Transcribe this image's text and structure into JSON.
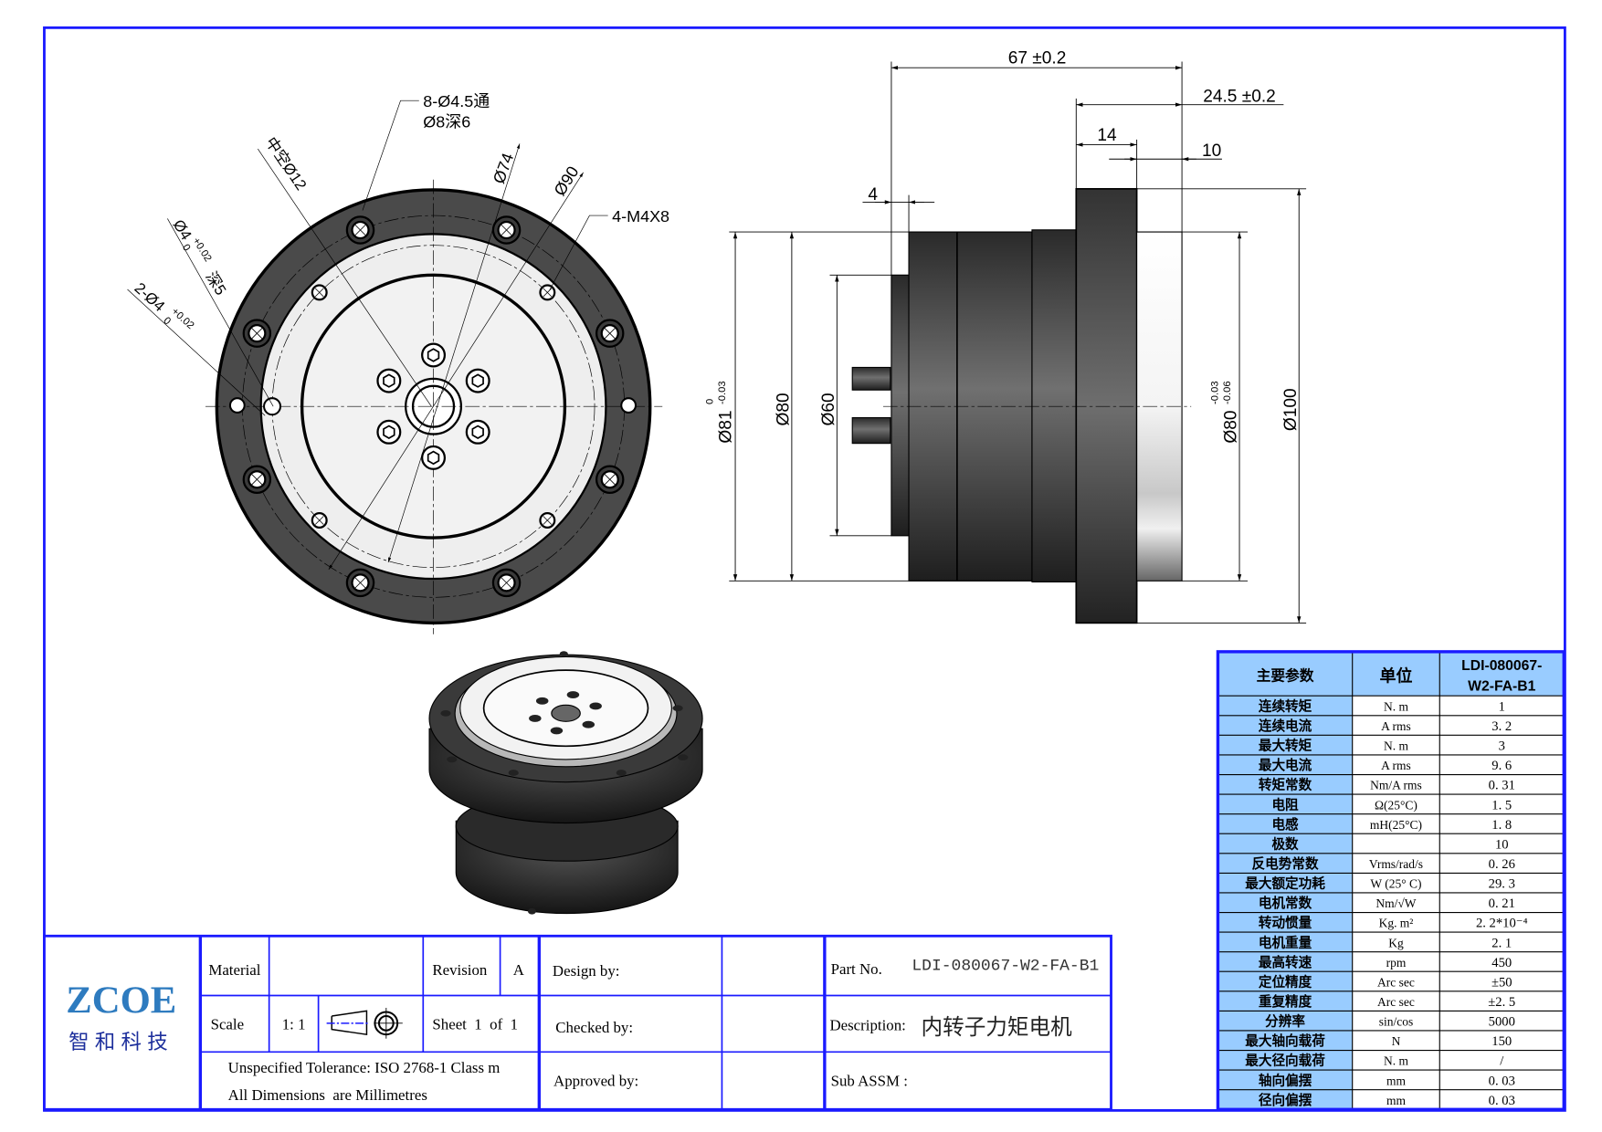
{
  "colors": {
    "frame": "#1a1aff",
    "table_fill": "#99ccff",
    "logo": "#2e7bbf",
    "logo_cn": "#1d2f9c"
  },
  "front_view": {
    "callout_holes_line1": "8-Ø4.5通",
    "callout_holes_line2": "Ø8深6",
    "hollow": "中空Ø12",
    "pin_hole": "Ø4",
    "pin_hole_tol_upper": "+0.02",
    "pin_hole_tol_lower": "0",
    "pin_hole_depth": "深5",
    "pin_holes_2": "2-Ø4",
    "pin_holes_2_tol_upper": "+0.02",
    "pin_holes_2_tol_lower": "0",
    "dia_74": "Ø74",
    "dia_90": "Ø90",
    "thread": "4-M4X8"
  },
  "side_view": {
    "length_total": "67 ±0.2",
    "length_flange": "24.5 ±0.2",
    "flange_width": "14",
    "output_width": "10",
    "cap_width": "4",
    "dia_81": "Ø81",
    "dia_81_tol_upper": "0",
    "dia_81_tol_lower": "-0.03",
    "dia_80": "Ø80",
    "dia_60": "Ø60",
    "dia_80_out": "Ø80",
    "dia_80_out_tol_upper": "-0.03",
    "dia_80_out_tol_lower": "-0.06",
    "dia_100": "Ø100"
  },
  "spec_table": {
    "headers": [
      "主要参数",
      "单位",
      "LDI-080067-",
      "W2-FA-B1"
    ],
    "rows": [
      [
        "连续转矩",
        "N. m",
        "1"
      ],
      [
        "连续电流",
        "A  rms",
        "3. 2"
      ],
      [
        "最大转矩",
        "N. m",
        "3"
      ],
      [
        "最大电流",
        "A  rms",
        "9. 6"
      ],
      [
        "转矩常数",
        "Nm/A  rms",
        "0. 31"
      ],
      [
        "电阻",
        "Ω(25°C)",
        "1. 5"
      ],
      [
        "电感",
        "mH(25°C)",
        "1. 8"
      ],
      [
        "极数",
        "",
        "10"
      ],
      [
        "反电势常数",
        "Vrms/rad/s",
        "0. 26"
      ],
      [
        "最大额定功耗",
        "W  (25°  C)",
        "29. 3"
      ],
      [
        "电机常数",
        "Nm/√W",
        "0. 21"
      ],
      [
        "转动惯量",
        "Kg. m²",
        "2. 2*10⁻⁴"
      ],
      [
        "电机重量",
        "Kg",
        "2. 1"
      ],
      [
        "最高转速",
        "rpm",
        "450"
      ],
      [
        "定位精度",
        "Arc  sec",
        "±50"
      ],
      [
        "重复精度",
        "Arc  sec",
        "±2. 5"
      ],
      [
        "分辨率",
        "sin/cos",
        "5000"
      ],
      [
        "最大轴向载荷",
        "N",
        "150"
      ],
      [
        "最大径向载荷",
        "N. m",
        "/"
      ],
      [
        "轴向偏摆",
        "mm",
        "0. 03"
      ],
      [
        "径向偏摆",
        "mm",
        "0. 03"
      ]
    ]
  },
  "title_block": {
    "logo_text": "ZCOE",
    "logo_cn": "智 和 科 技",
    "material_label": "Material",
    "material_value": "",
    "revision_label": "Revision",
    "revision_value": "A",
    "scale_label": "Scale",
    "scale_value": "1: 1",
    "sheet_label": "Sheet  1  of  1",
    "tolerance_note": "Unspecified Tolerance: ISO 2768-1 Class m",
    "units_note": "All Dimensions  are Millimetres",
    "design_by": "Design by:",
    "checked_by": "Checked by:",
    "approved_by": "Approved by:",
    "part_no_label": "Part No.",
    "part_no_value": "LDI-080067-W2-FA-B1",
    "description_label": "Description:",
    "description_value": "内转子力矩电机",
    "sub_assm_label": "Sub ASSM :"
  }
}
